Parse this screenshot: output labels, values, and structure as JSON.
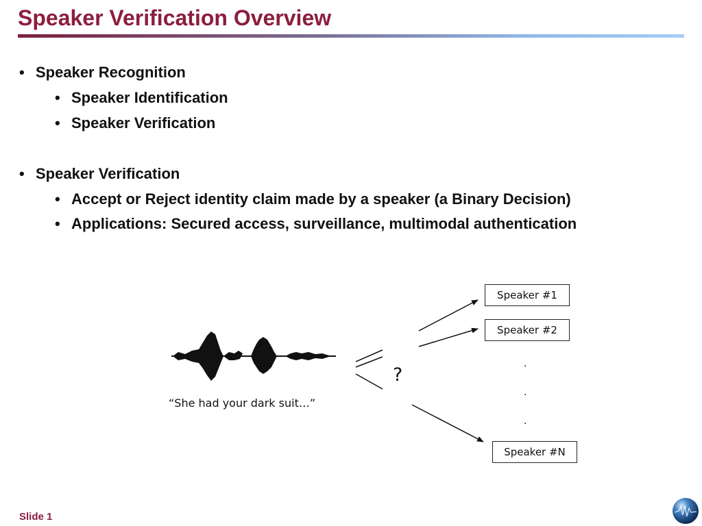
{
  "slide": {
    "title": "Speaker Verification Overview",
    "footer_label": "Slide 1"
  },
  "bullets": [
    {
      "level": 1,
      "text": "Speaker Recognition"
    },
    {
      "level": 2,
      "text": "Speaker Identification"
    },
    {
      "level": 2,
      "text": "Speaker Verification"
    },
    {
      "level": 1,
      "text": "Speaker Verification"
    },
    {
      "level": 2,
      "text": "Accept or Reject identity claim made by a speaker (a Binary Decision)"
    },
    {
      "level": 2,
      "text": "Applications: Secured access, surveillance, multimodal authentication"
    }
  ],
  "diagram": {
    "utterance": "“She had your dark suit…”",
    "question_mark": "?",
    "speakers": [
      "Speaker #1",
      "Speaker #2",
      "Speaker #N"
    ],
    "ellipsis": [
      ".",
      ".",
      "."
    ]
  },
  "colors": {
    "title": "#8b1e3f",
    "text": "#111111"
  },
  "icons": {
    "logo": "globe-logo-icon"
  }
}
